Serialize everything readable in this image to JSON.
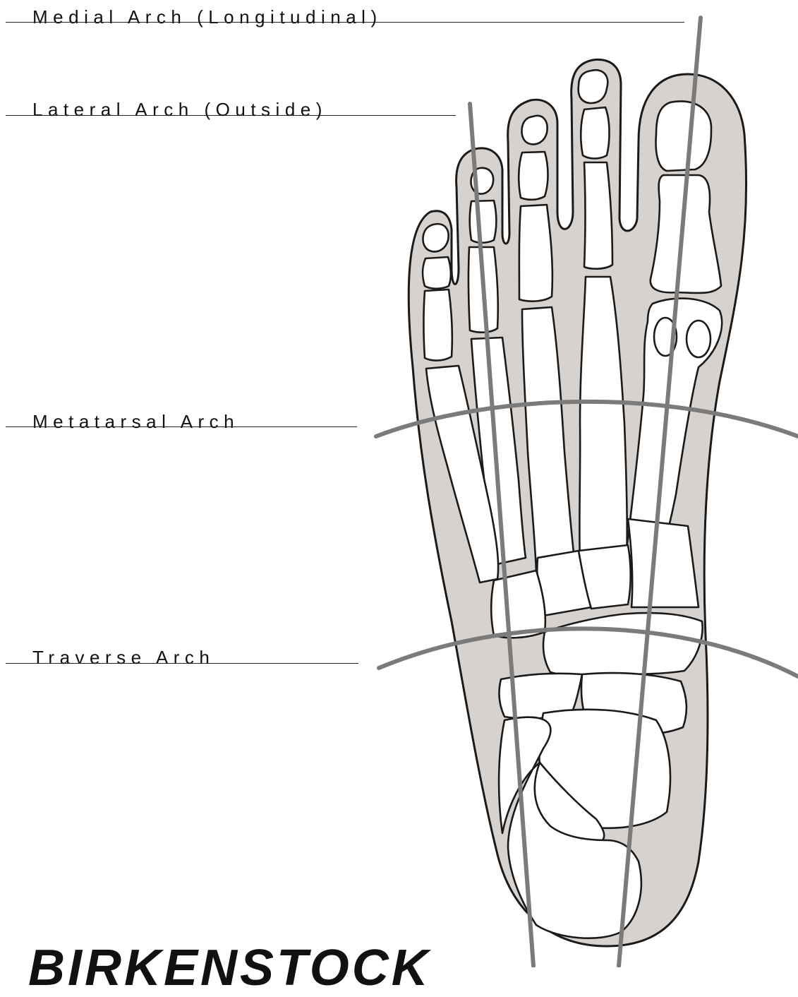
{
  "labels": {
    "medial": "Medial Arch (Longitudinal)",
    "lateral": "Lateral Arch (Outside)",
    "metatarsal": "Metatarsal Arch",
    "traverse": "Traverse Arch"
  },
  "brand": "BIRKENSTOCK",
  "colors": {
    "skin_fill": "#d7d2ce",
    "bone_fill": "#ffffff",
    "outline": "#1a1a1a",
    "arch_line": "#7b7b7b",
    "text": "#111111"
  }
}
